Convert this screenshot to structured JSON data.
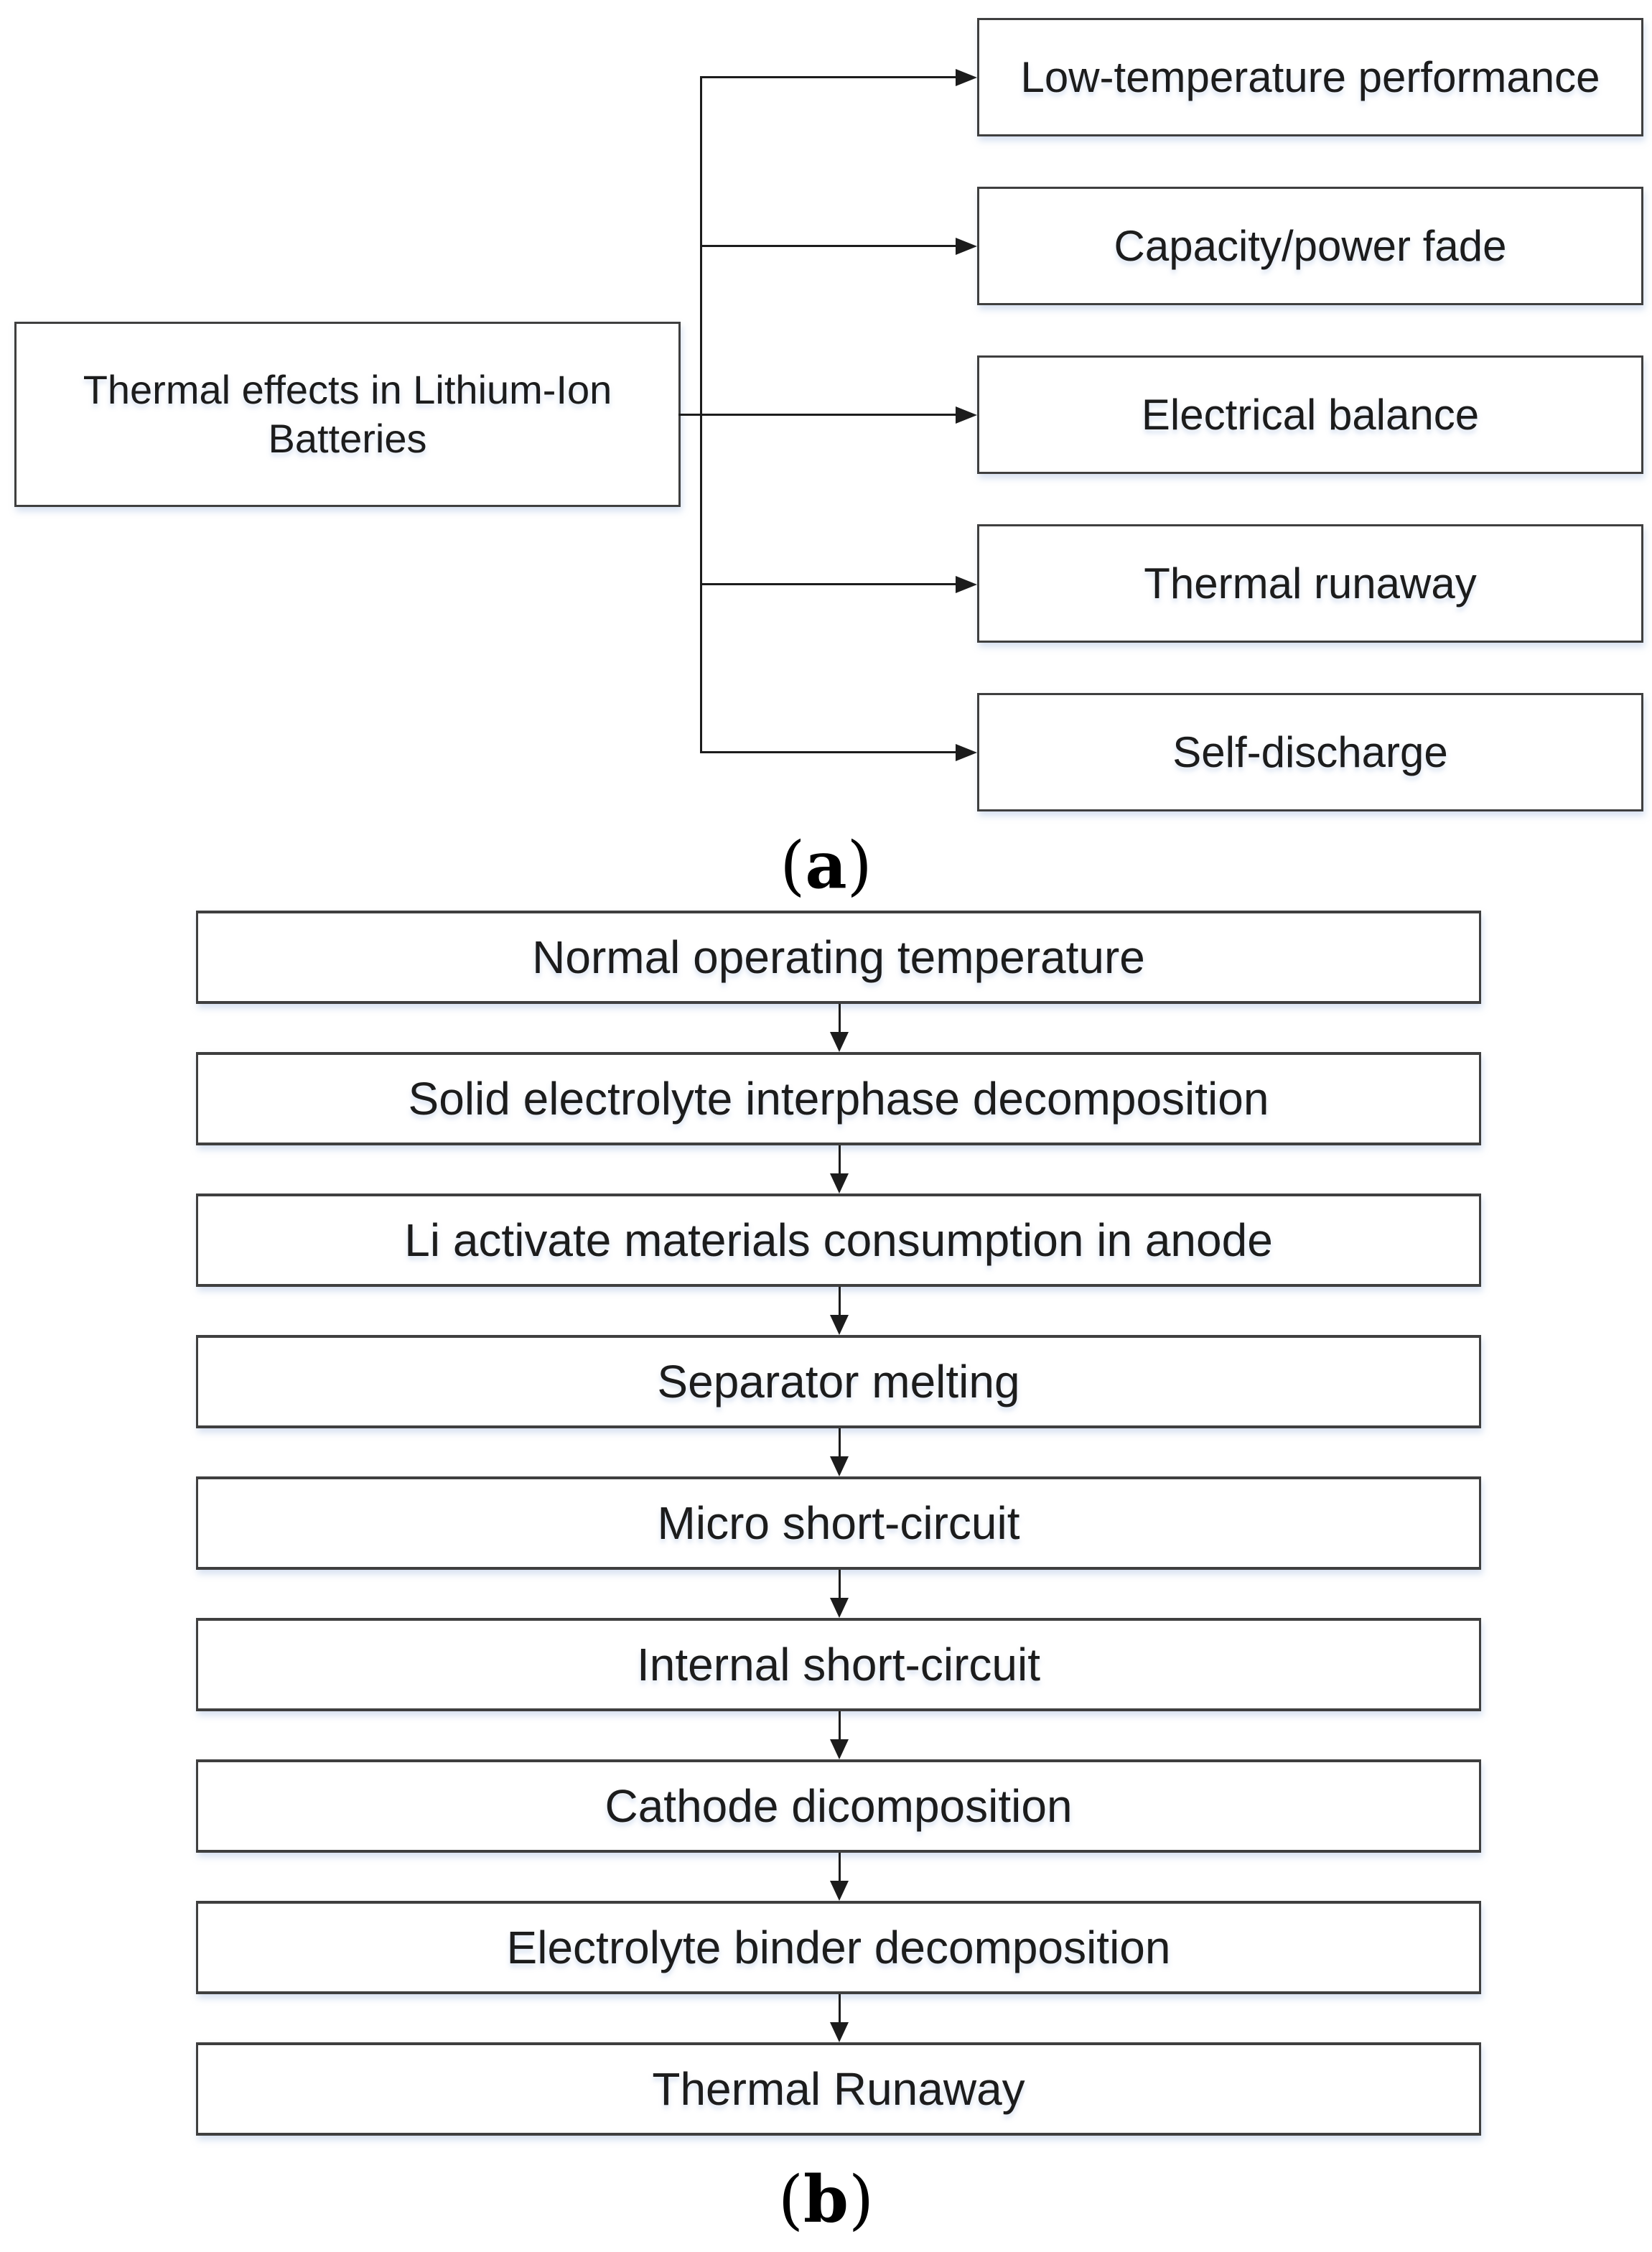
{
  "figure": {
    "colors": {
      "border": "#3f3f3f",
      "line": "#1c1c1c",
      "text": "#1c1c1c",
      "background": "#ffffff"
    },
    "panel_a": {
      "label": {
        "open": "(",
        "letter": "a",
        "close": ")"
      },
      "root": {
        "label": "Thermal effects in Lithium-Ion Batteries"
      },
      "effects": [
        {
          "label": "Low-temperature performance"
        },
        {
          "label": "Capacity/power fade"
        },
        {
          "label": "Electrical balance"
        },
        {
          "label": "Thermal runaway"
        },
        {
          "label": "Self-discharge"
        }
      ]
    },
    "panel_b": {
      "label": {
        "open": "(",
        "letter": "b",
        "close": ")"
      },
      "steps": [
        {
          "label": "Normal operating temperature"
        },
        {
          "label": "Solid electrolyte interphase decomposition"
        },
        {
          "label": "Li activate materials consumption in anode"
        },
        {
          "label": "Separator melting"
        },
        {
          "label": "Micro short-circuit"
        },
        {
          "label": "Internal short-circuit"
        },
        {
          "label": "Cathode dicomposition"
        },
        {
          "label": "Electrolyte binder decomposition"
        },
        {
          "label": "Thermal Runaway"
        }
      ]
    }
  }
}
